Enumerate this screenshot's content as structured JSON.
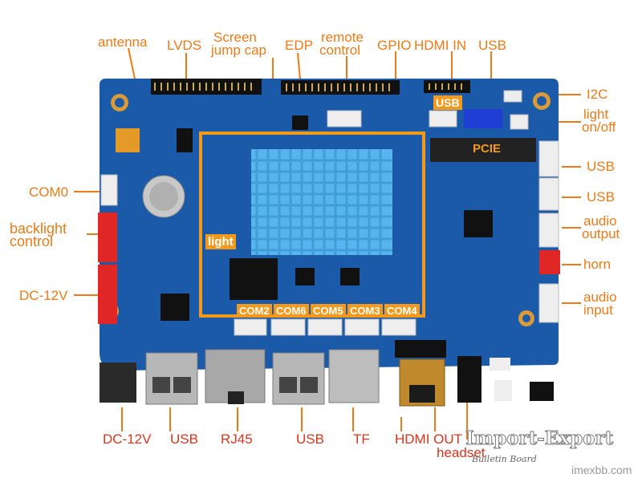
{
  "labels_top": {
    "antenna": "antenna",
    "lvds": "LVDS",
    "screen_jump_cap_1": "Screen",
    "screen_jump_cap_2": "jump cap",
    "edp": "EDP",
    "remote_control_1": "remote",
    "remote_control_2": "control",
    "gpio": "GPIO",
    "hdmi_in": "HDMI IN",
    "usb": "USB"
  },
  "labels_right": {
    "i2c": "I2C",
    "light_onoff_1": "light",
    "light_onoff_2": "on/off",
    "usb_1": "USB",
    "usb_2": "USB",
    "audio_output_1": "audio",
    "audio_output_2": "output",
    "horn": "horn",
    "audio_input_1": "audio",
    "audio_input_2": "input"
  },
  "labels_left": {
    "com0": "COM0",
    "backlight_control_1": "backlight",
    "backlight_control_2": "control",
    "dc12v": "DC-12V"
  },
  "labels_bottom": {
    "dc12v": "DC-12V",
    "usb_1": "USB",
    "rj45": "RJ45",
    "usb_2": "USB",
    "tf": "TF",
    "hdmi_out": "HDMI OUT",
    "headset": "headset"
  },
  "board_labels": {
    "usb": "USB",
    "pcie": "PCIE",
    "light": "light",
    "com2": "COM2",
    "com6": "COM6",
    "com5": "COM5",
    "com3": "COM3",
    "com4": "COM4"
  },
  "watermark": {
    "brand": "Import-Export",
    "sub": "Bulletin Board",
    "site": "imexbb.com"
  },
  "colors": {
    "label": "#f07a14",
    "board": "#1a5aa8",
    "heatsink": "#57b4ec",
    "highlight_box": "#f39a1c"
  }
}
